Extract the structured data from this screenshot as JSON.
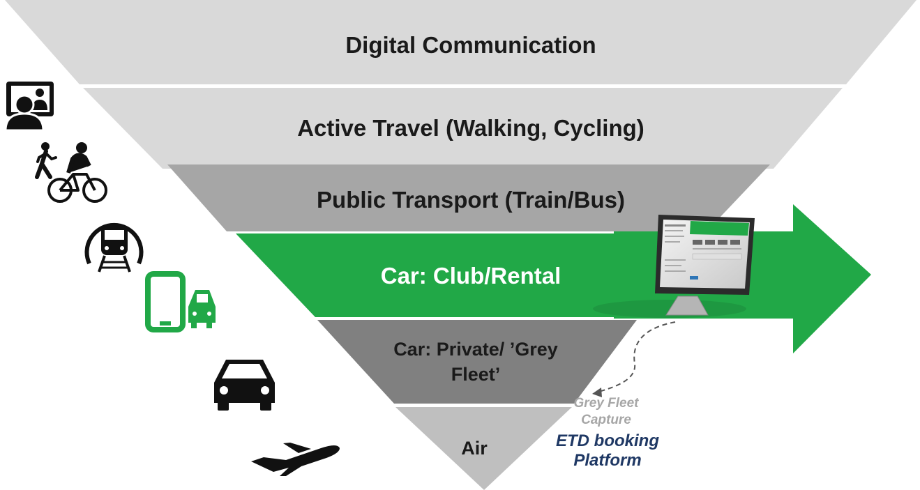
{
  "tiers": [
    {
      "label": "Digital Communication"
    },
    {
      "label": "Active Travel (Walking, Cycling)"
    },
    {
      "label": "Public Transport (Train/Bus)"
    },
    {
      "label": "Car: Club/Rental"
    },
    {
      "label_line1": "Car: Private/ ’Grey",
      "label_line2": "Fleet’"
    },
    {
      "label": "Air"
    }
  ],
  "icons": [
    {
      "name": "video-call-icon"
    },
    {
      "name": "walking-cycling-icon"
    },
    {
      "name": "train-icon"
    },
    {
      "name": "car-club-icon"
    },
    {
      "name": "car-icon"
    },
    {
      "name": "airplane-icon"
    }
  ],
  "annotation": {
    "grey_fleet_line1": "Grey Fleet",
    "grey_fleet_line2": "Capture",
    "platform_line1": "ETD booking",
    "platform_line2": "Platform"
  },
  "colors": {
    "tier_light": "#d9d9d9",
    "tier_mid": "#a6a6a6",
    "tier_dark": "#808080",
    "tier_air": "#bfbfbf",
    "accent_green": "#21a847",
    "platform_blue": "#1f3864",
    "note_grey": "#a6a6a6"
  }
}
